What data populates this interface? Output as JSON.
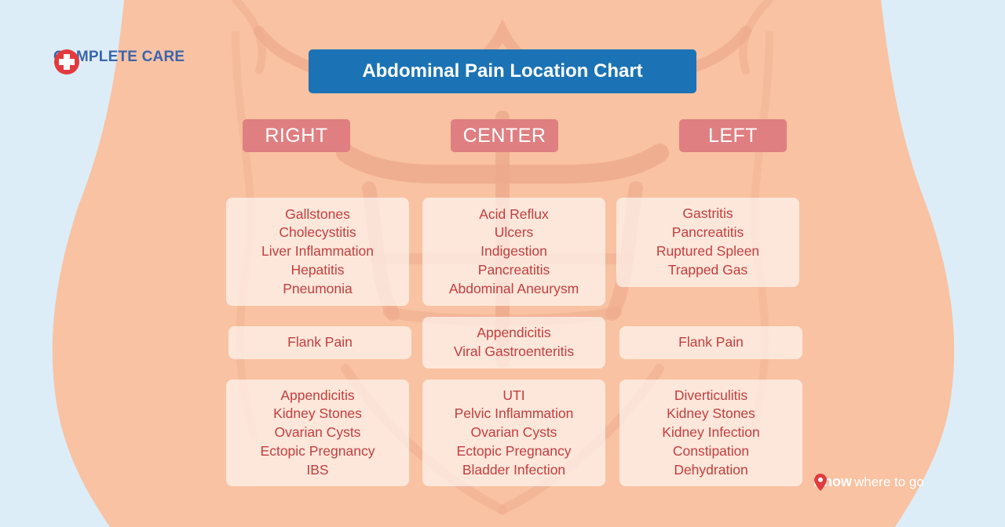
{
  "brand": {
    "name": "COMPLETE CARE",
    "icon": "red-cross-icon",
    "color": "#3a64ad"
  },
  "title": "Abdominal Pain Location Chart",
  "columns": {
    "right": "RIGHT",
    "center": "CENTER",
    "left": "LEFT"
  },
  "regions": {
    "right_upper": [
      "Gallstones",
      "Cholecystitis",
      "Liver Inflammation",
      "Hepatitis",
      "Pneumonia"
    ],
    "center_upper": [
      "Acid Reflux",
      "Ulcers",
      "Indigestion",
      "Pancreatitis",
      "Abdominal Aneurysm"
    ],
    "left_upper": [
      "Gastritis",
      "Pancreatitis",
      "Ruptured Spleen",
      "Trapped Gas"
    ],
    "right_middle": [
      "Flank Pain"
    ],
    "center_middle": [
      "Appendicitis",
      "Viral Gastroenteritis"
    ],
    "left_middle": [
      "Flank Pain"
    ],
    "right_lower": [
      "Appendicitis",
      "Kidney Stones",
      "Ovarian Cysts",
      "Ectopic Pregnancy",
      "IBS"
    ],
    "center_lower": [
      "UTI",
      "Pelvic Inflammation",
      "Ovarian Cysts",
      "Ectopic Pregnancy",
      "Bladder Infection"
    ],
    "left_lower": [
      "Diverticulitis",
      "Kidney Stones",
      "Kidney Infection",
      "Constipation",
      "Dehydration"
    ]
  },
  "tagline": {
    "strong": "Know",
    "light": "where to go",
    "icon": "location-pin-icon"
  },
  "colors": {
    "background": "#dcedf7",
    "skin": "#f9c2a2",
    "skin_shadow": "#eda98c",
    "title_banner": "#1b73b5",
    "column_label": "#df7f82",
    "condition_text": "#c13e3f"
  }
}
